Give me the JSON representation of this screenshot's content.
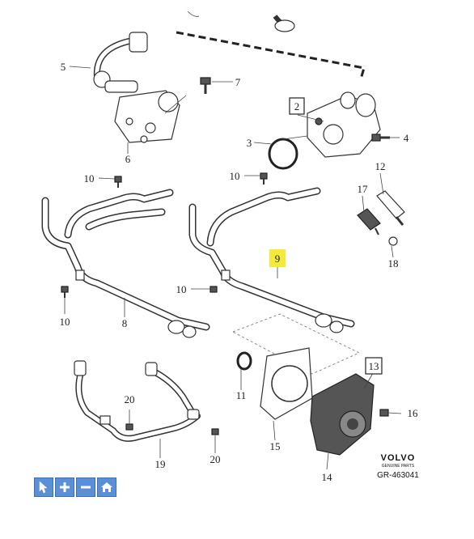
{
  "diagram": {
    "callouts": [
      {
        "id": "c2",
        "text": "2",
        "boxed": true
      },
      {
        "id": "c3",
        "text": "3"
      },
      {
        "id": "c4",
        "text": "4"
      },
      {
        "id": "c5",
        "text": "5"
      },
      {
        "id": "c6",
        "text": "6"
      },
      {
        "id": "c7",
        "text": "7"
      },
      {
        "id": "c8",
        "text": "8"
      },
      {
        "id": "c9",
        "text": "9",
        "highlighted": true
      },
      {
        "id": "c10a",
        "text": "10"
      },
      {
        "id": "c10b",
        "text": "10"
      },
      {
        "id": "c10c",
        "text": "10"
      },
      {
        "id": "c10d",
        "text": "10"
      },
      {
        "id": "c11",
        "text": "11"
      },
      {
        "id": "c12",
        "text": "12"
      },
      {
        "id": "c13",
        "text": "13",
        "boxed": true
      },
      {
        "id": "c14",
        "text": "14"
      },
      {
        "id": "c15",
        "text": "15"
      },
      {
        "id": "c16",
        "text": "16"
      },
      {
        "id": "c17",
        "text": "17"
      },
      {
        "id": "c18",
        "text": "18"
      },
      {
        "id": "c19",
        "text": "19"
      },
      {
        "id": "c20a",
        "text": "20"
      },
      {
        "id": "c20b",
        "text": "20"
      }
    ],
    "highlight_color": "#f5ea3a"
  },
  "branding": {
    "brand": "VOLVO",
    "brand_sub": "GENUINE PARTS",
    "reference": "GR-463041"
  },
  "toolbar": {
    "buttons": [
      {
        "name": "select",
        "icon": "pointer-icon"
      },
      {
        "name": "zoom-in",
        "icon": "plus-icon"
      },
      {
        "name": "zoom-out",
        "icon": "minus-icon"
      },
      {
        "name": "home",
        "icon": "home-icon"
      }
    ],
    "color": "#5b8fd6"
  }
}
